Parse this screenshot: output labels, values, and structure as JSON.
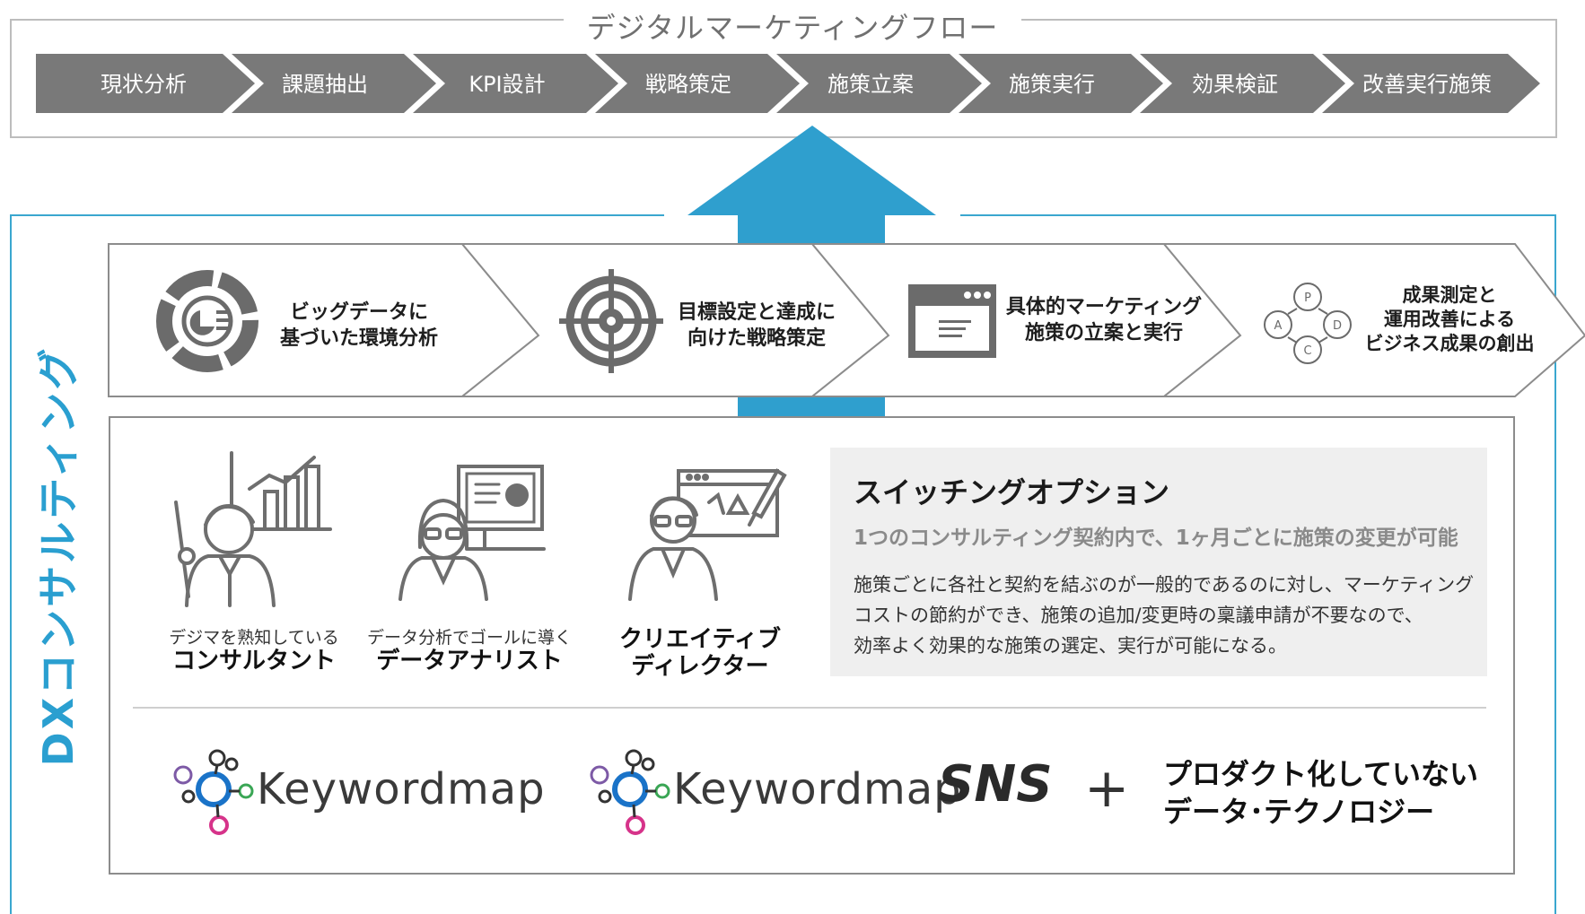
{
  "flow": {
    "title": "デジタルマーケティングフロー",
    "steps": [
      "現状分析",
      "課題抽出",
      "KPI設計",
      "戦略策定",
      "施策立案",
      "施策実行",
      "効果検証",
      "改善実行施策"
    ]
  },
  "dx_label": "DXコンサルティング",
  "process": [
    {
      "line1": "ビッグデータに",
      "line2": "基づいた環境分析",
      "icon": "pie-chart-icon"
    },
    {
      "line1": "目標設定と達成に",
      "line2": "向けた戦略策定",
      "icon": "target-icon"
    },
    {
      "line1": "具体的マーケティング",
      "line2": "施策の立案と実行",
      "icon": "browser-window-icon"
    },
    {
      "line1": "成果測定と",
      "line2": "運用改善による",
      "line3": "ビジネス成果の創出",
      "icon": "pdca-cycle-icon",
      "cycle": {
        "p": "P",
        "d": "D",
        "c": "C",
        "a": "A"
      }
    }
  ],
  "roles": [
    {
      "sub": "デジマを熟知している",
      "main": "コンサルタント"
    },
    {
      "sub": "データ分析でゴールに導く",
      "main": "データアナリスト"
    },
    {
      "main1": "クリエイティブ",
      "main2": "ディレクター"
    }
  ],
  "switching": {
    "title": "スイッチングオプション",
    "subtitle": "1つのコンサルティング契約内で、1ヶ月ごとに施策の変更が可能",
    "body": [
      "施策ごとに各社と契約を結ぶのが一般的であるのに対し、マーケティング",
      "コストの節約ができ、施策の追加/変更時の稟議申請が不要なので、",
      "効率よく効果的な施策の選定、実行が可能になる。"
    ]
  },
  "logos": {
    "keywordmap": "Keywordmap",
    "keywordmap_sns_prefix": "Keywordmap",
    "keywordmap_sns_suffix": "SNS",
    "plus": "+",
    "tech_line1": "プロダクト化していない",
    "tech_line2": "データ･テクノロジー"
  },
  "colors": {
    "step_fill": "#797979",
    "accent_blue": "#2a9fd0",
    "arrow_blue": "#2f9fce",
    "logo_blue": "#1a73c8",
    "logo_magenta": "#d6338a",
    "logo_green": "#3aa655",
    "logo_purple": "#7d5aa6"
  }
}
